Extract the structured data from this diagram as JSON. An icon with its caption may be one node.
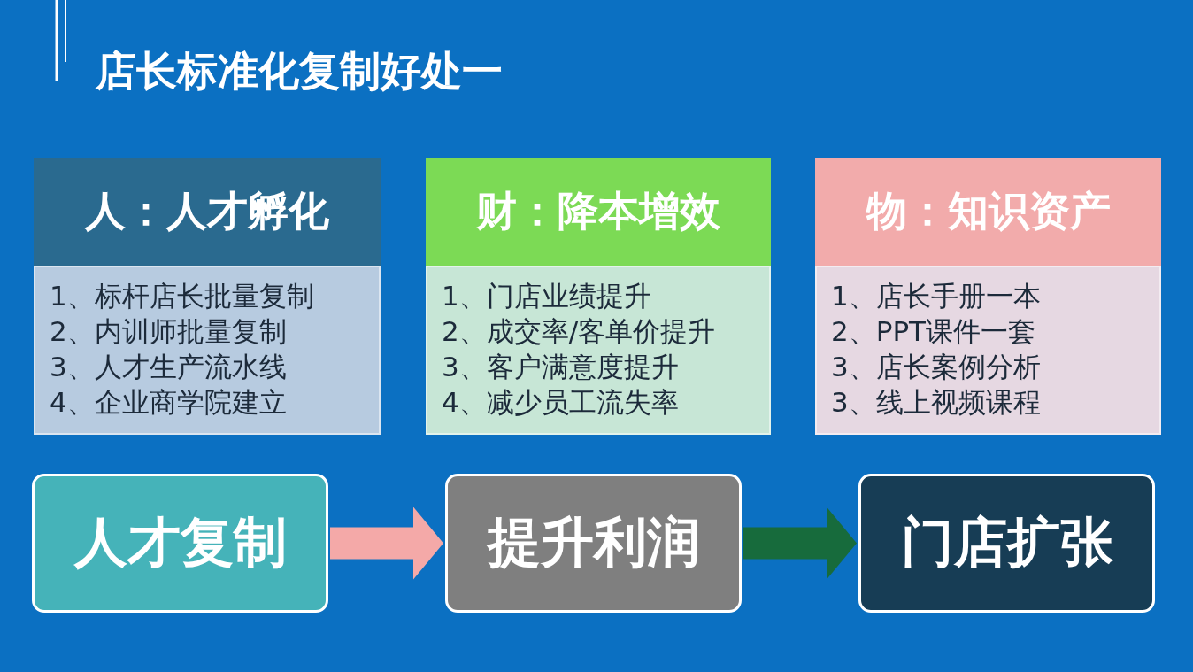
{
  "diagram": {
    "title": "店长标准化复制好处一",
    "nodes": [
      {
        "text": [
          "人：人才孵化"
        ]
      },
      {
        "text": [
          "1、标杆店长批量复制",
          "2、内训师批量复制",
          "3、人才生产流水线",
          "4、企业商学院建立"
        ]
      },
      {
        "text": [
          "财：降本增效"
        ]
      },
      {
        "text": [
          "1、门店业绩提升",
          "2、成交率/客单价提升",
          "3、客户满意度提升",
          "4、减少员工流失率"
        ]
      },
      {
        "text": [
          "物：知识资产"
        ]
      },
      {
        "text": [
          "1、店长手册一本",
          "2、PPT课件一套",
          "3、店长案例分析",
          "3、线上视频课程"
        ]
      },
      {
        "text": [
          "人才复制"
        ]
      },
      {
        "text": [
          "提升利润"
        ]
      },
      {
        "text": [
          "门店扩张"
        ]
      }
    ],
    "edges": [
      {
        "from": 6,
        "to": 7,
        "arrow": "to",
        "color": "#f4a9a8"
      },
      {
        "from": 7,
        "to": 8,
        "arrow": "to",
        "color": "#176b3c"
      }
    ]
  }
}
